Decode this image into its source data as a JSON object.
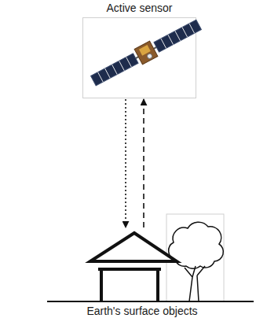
{
  "diagram": {
    "nodes": [
      {
        "text": [
          "Active sensor"
        ]
      },
      {
        "text": [
          "Earth's surface objects"
        ]
      }
    ],
    "edges": [
      {
        "from": 0,
        "to": 1,
        "arrow": "to"
      },
      {
        "from": 1,
        "to": 0,
        "arrow": "to"
      }
    ]
  }
}
